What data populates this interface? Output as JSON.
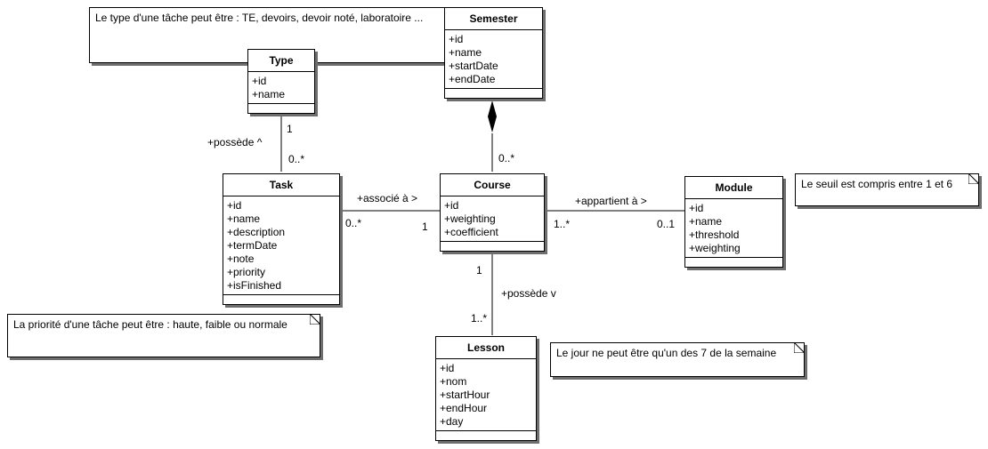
{
  "classes": {
    "semester": {
      "name": "Semester",
      "attrs": [
        "+id",
        "+name",
        "+startDate",
        "+endDate"
      ]
    },
    "type": {
      "name": "Type",
      "attrs": [
        "+id",
        "+name"
      ]
    },
    "task": {
      "name": "Task",
      "attrs": [
        "+id",
        "+name",
        "+description",
        "+termDate",
        "+note",
        "+priority",
        "+isFinished"
      ]
    },
    "course": {
      "name": "Course",
      "attrs": [
        "+id",
        "+weighting",
        "+coefficient"
      ]
    },
    "module": {
      "name": "Module",
      "attrs": [
        "+id",
        "+name",
        "+threshold",
        "+weighting"
      ]
    },
    "lesson": {
      "name": "Lesson",
      "attrs": [
        "+id",
        "+nom",
        "+startHour",
        "+endHour",
        "+day"
      ]
    }
  },
  "notes": {
    "type_note": "Le type d'une tâche peut être : TE, devoirs, devoir noté, laboratoire ...",
    "priority_note": "La priorité d'une tâche peut être : haute, faible ou normale",
    "day_note": "Le jour ne peut être qu'un des 7 de la semaine",
    "threshold_note": "Le seuil est compris entre 1 et 6"
  },
  "associations": {
    "type_task": {
      "label": "+possède ^",
      "mult_type": "1",
      "mult_task": "0..*"
    },
    "semester_course": {
      "mult_course": "0..*"
    },
    "task_course": {
      "label": "+associé à >",
      "mult_task": "0..*",
      "mult_course": "1"
    },
    "course_module": {
      "label": "+appartient à >",
      "mult_course": "1..*",
      "mult_module": "0..1"
    },
    "course_lesson": {
      "label": "+possède v",
      "mult_course": "1",
      "mult_lesson": "1..*"
    }
  }
}
